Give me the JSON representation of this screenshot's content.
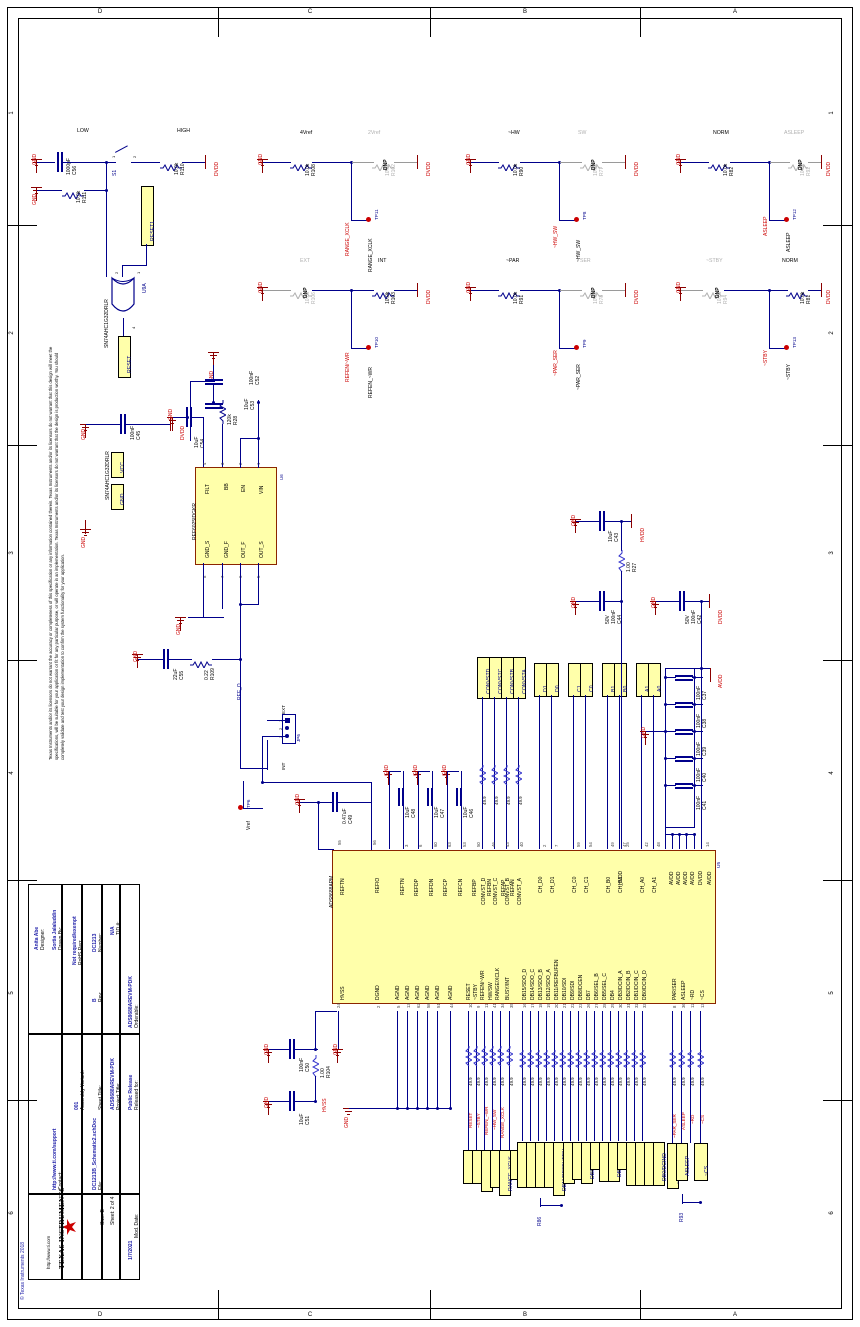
{
  "sheet": {
    "zones_horizontal": [
      "D",
      "C",
      "B",
      "A"
    ],
    "zones_vertical": [
      "1",
      "2",
      "3",
      "4",
      "5",
      "6"
    ],
    "disclaimer": "Texas Instruments and/or its licensors do not warrant the accuracy or completeness of this specification or any information contained therein. Texas Instruments and/or its licensors do not warrant that this design will meet the specifications, will be suitable for your application or fit for any particular purpose, or will operate in an implementation. Texas Instruments and/or its licensors do not warrant that the design is production worthy. You should completely validate and test your design implementation to confirm the system functionality for your application.",
    "copyright": "© Texas Instruments 2018"
  },
  "title_block": {
    "orderable_label": "Orderable:",
    "orderable_value": "ADS8688AREVM-PDK",
    "tid_label": "TID #:",
    "tid_value": "N/A",
    "number_label": "Number:",
    "number_value": "DC1213",
    "rev_label": "Rev:",
    "rev_value": "B",
    "revb_label": "RoHS Req:",
    "revb_value": "Not required/exempt",
    "drawn_label": "Drawn By:",
    "drawn_value": "Sortia  Jalaluddin",
    "designer_label": "Designer:",
    "designer_value": "Anita Abe",
    "released_label": "Released for:",
    "released_value": "Public Release",
    "project_label": "Project Title:",
    "project_value": "ADS8688AREVM-PDK",
    "sheet_title_label": "Sheet Title:",
    "assembly_label": "Assembly Variant:",
    "assembly_value": "001",
    "file_label": "File:",
    "file_value": "DC1213B_Schematic2.schDoc",
    "contact_label": "Contact:",
    "contact_value": "http://www.ti.com/support",
    "moddate_label": "Mod. Date:",
    "moddate_value": "1/7/2021",
    "sheet_num_label": "Sheet: 2  of  4",
    "size_label": "Size: B",
    "ti_name": "TEXAS INSTRUMENTS",
    "ti_url": "http://www.ti.com"
  },
  "main_ic": {
    "designator": "U5",
    "part": "ADS8688APM",
    "left_pins": [
      {
        "num": "55",
        "name": "REFTN"
      },
      {
        "num": "56",
        "name": "REFIO"
      },
      {
        "num": "3",
        "name": "REFTN"
      },
      {
        "num": "6",
        "name": "REFDP"
      },
      {
        "num": "60",
        "name": "REFDN"
      },
      {
        "num": "63",
        "name": "REFCP"
      },
      {
        "num": "53",
        "name": "REFCN"
      },
      {
        "num": "50",
        "name": "REFBP"
      },
      {
        "num": "46",
        "name": "REFBN"
      },
      {
        "num": "43",
        "name": "REFAP"
      },
      {
        "num": "40",
        "name": "REFAN"
      },
      {
        "num": "39",
        "name": "CONVST_D"
      },
      {
        "num": "38",
        "name": "CONVST_C"
      },
      {
        "num": "37",
        "name": "CONVST_B"
      },
      {
        "num": "2",
        "name": "CONVST_A"
      }
    ],
    "top_pins": [
      {
        "num": "2",
        "name": "CH_D0"
      },
      {
        "num": "7",
        "name": "CH_D1"
      },
      {
        "num": "59",
        "name": "CH_C0"
      },
      {
        "num": "54",
        "name": "CH_C1"
      },
      {
        "num": "49",
        "name": "CH_B0"
      },
      {
        "num": "47",
        "name": "CH_B1"
      },
      {
        "num": "42",
        "name": "CH_A0"
      },
      {
        "num": "48",
        "name": "CH_A1"
      },
      {
        "num": "25",
        "name": "HVDD"
      },
      {
        "num": "14",
        "name": "DVDD"
      },
      {
        "num": "61",
        "name": "AVDD"
      },
      {
        "num": "52",
        "name": "AVDD"
      },
      {
        "num": "45",
        "name": "AVDD"
      },
      {
        "num": "4",
        "name": "AVDD"
      },
      {
        "num": "57",
        "name": "AVDD"
      }
    ],
    "bottom_left_pins": [
      {
        "num": "24",
        "name": "HVSS"
      },
      {
        "num": "2",
        "name": "DGND"
      },
      {
        "num": "5",
        "name": "AGND"
      },
      {
        "num": "13",
        "name": "AGND"
      },
      {
        "num": "62",
        "name": "AGND"
      },
      {
        "num": "58",
        "name": "AGND"
      },
      {
        "num": "51",
        "name": "AGND"
      },
      {
        "num": "44",
        "name": "AGND"
      }
    ],
    "bottom_ctrl_pins": [
      {
        "num": "10",
        "name": "RESET"
      },
      {
        "num": "9",
        "name": "~STBY"
      },
      {
        "num": "11",
        "name": "REFEN/~WR"
      },
      {
        "num": "41",
        "name": "HW/SW"
      },
      {
        "num": "34",
        "name": "RANGE/XCLK"
      },
      {
        "num": "35",
        "name": "BUSY/INT"
      }
    ],
    "bottom_data_pins": [
      {
        "num": "16",
        "name": "DB15/SDO_D"
      },
      {
        "num": "17",
        "name": "DB14/SDO_C"
      },
      {
        "num": "18",
        "name": "DB13/SDO_B"
      },
      {
        "num": "19",
        "name": "DB12/SDO_A"
      },
      {
        "num": "20",
        "name": "DB11/REFBUFEN"
      },
      {
        "num": "21",
        "name": "DB10/SDI"
      },
      {
        "num": "22",
        "name": "DB9/SDI"
      },
      {
        "num": "23",
        "name": "DB8/DCEN"
      },
      {
        "num": "26",
        "name": "DB7"
      },
      {
        "num": "27",
        "name": "DB6/SEL_B"
      },
      {
        "num": "28",
        "name": "DB5/SEL_C"
      },
      {
        "num": "29",
        "name": "DB4"
      },
      {
        "num": "30",
        "name": "DB3/DCIN_A"
      },
      {
        "num": "31",
        "name": "DB2/DCIN_B"
      },
      {
        "num": "32",
        "name": "DB1/DCIN_C"
      },
      {
        "num": "33",
        "name": "DB0/DCIN_D"
      }
    ],
    "bottom_right_pins": [
      {
        "num": "8",
        "name": "PAR/SER"
      },
      {
        "num": "36",
        "name": "ASLEEP"
      },
      {
        "num": "12",
        "name": "~RD"
      },
      {
        "num": "13",
        "name": "~CS"
      }
    ]
  },
  "reg_ic": {
    "designator": "U6",
    "part": "REF6025IDGKR",
    "left_pins": [
      {
        "num": "4",
        "name": "FILT"
      },
      {
        "num": "3",
        "name": "BB"
      },
      {
        "num": "2",
        "name": "EN"
      },
      {
        "num": "1",
        "name": "VIN"
      }
    ],
    "bottom_pins": [
      {
        "num": "8",
        "name": "GND_S"
      },
      {
        "num": "7",
        "name": "GND_F"
      },
      {
        "num": "6",
        "name": "OUT_F"
      },
      {
        "num": "5",
        "name": "OUT_S"
      }
    ]
  },
  "logic_ics": [
    {
      "designator": "U9A",
      "part": "SN74AHC1G32DRLR"
    },
    {
      "designator": "U9",
      "part": "SN74AHC1G32DRLR",
      "pins": [
        "VCC",
        "GND"
      ]
    }
  ],
  "jumper": {
    "designator": "JP6",
    "top_label": "EXT",
    "bottom_label": "INT",
    "pins": [
      "1",
      "2",
      "3"
    ]
  },
  "switch": {
    "designator": "S1",
    "pin_a": "1",
    "pin_b": "2"
  },
  "option_blocks": [
    {
      "id": "reset",
      "left_label": "LOW",
      "right_label": "HIGH",
      "left_ref": "C56",
      "left_val": "1000pF",
      "left2_ref": "R111",
      "left2_val": "10.0k",
      "right_ref": "R110",
      "right_val": "10.0k",
      "net": "RESET1",
      "supply": "DVDD",
      "gnd": "GND"
    },
    {
      "id": "range_xclk",
      "left_label": "4Vref",
      "right_label": "2Vref",
      "left_ref": "R108",
      "left_val": "10.0k",
      "right_ref": "R102",
      "right_val": "10.0k",
      "right_dnp": "DNP",
      "net": "RANGE_XCLK",
      "tp": "TP11",
      "tp_name": "RANGE_XCLK",
      "supply": "DVDD",
      "gnd": "GND"
    },
    {
      "id": "refen_wr",
      "left_label": "EXT",
      "right_label": "INT",
      "left_ref": "R106",
      "left_val": "10.0k",
      "left_dnp": "DNP",
      "right_ref": "R103",
      "right_val": "10.0k",
      "net": "REFEN/~WR",
      "tp": "TP10",
      "tp_name": "REFEN_~WR",
      "supply": "DVDD",
      "gnd": "GND"
    },
    {
      "id": "hw_sw",
      "left_label": "~HW",
      "right_label": "SW",
      "left_ref": "R90",
      "left_val": "10.0k",
      "right_ref": "R77",
      "right_val": "10.0k",
      "right_dnp": "DNP",
      "net": "~HW_SW",
      "tp": "TP8",
      "tp_name": "~HW_SW",
      "supply": "DVDD",
      "gnd": "GND"
    },
    {
      "id": "par_ser",
      "left_label": "~PAR",
      "right_label": "SER",
      "left_ref": "R91",
      "left_val": "10.0k",
      "right_ref": "R78",
      "right_val": "10.0k",
      "right_dnp": "DNP",
      "net": "~PAR_SER",
      "tp": "TP9",
      "tp_name": "~PAR_SER",
      "supply": "DVDD",
      "gnd": "GND"
    },
    {
      "id": "asleep",
      "left_label": "NORM",
      "right_label": "ASLEEP",
      "left_ref": "R82",
      "left_val": "10.0k",
      "right_ref": "R92",
      "right_val": "10.0k",
      "right_dnp": "DNP",
      "net": "ASLEEP",
      "tp": "TP12",
      "tp_name": "ASLEEP",
      "supply": "DVDD",
      "gnd": "GND"
    },
    {
      "id": "stby",
      "left_label": "~STBY",
      "right_label": "NORM",
      "left_ref": "R94",
      "left_val": "10.0k",
      "left_dnp": "DNP",
      "right_ref": "R81",
      "right_val": "10.0k",
      "net": "~STBY",
      "tp": "TP13",
      "tp_name": "~STBY",
      "supply": "DVDD",
      "gnd": "GND"
    }
  ],
  "caps": [
    {
      "ref": "C56",
      "val": "1000pF"
    },
    {
      "ref": "C45",
      "val": "100nF"
    },
    {
      "ref": "C52",
      "val": "100nF"
    },
    {
      "ref": "C53",
      "val": "10uF"
    },
    {
      "ref": "C54",
      "val": "10uF"
    },
    {
      "ref": "C55",
      "val": "22uF"
    },
    {
      "ref": "C49",
      "val": "0.47uF"
    },
    {
      "ref": "C48",
      "val": "10uF"
    },
    {
      "ref": "C47",
      "val": "10uF"
    },
    {
      "ref": "C46",
      "val": "10uF"
    },
    {
      "ref": "C45b",
      "val": "10uF"
    },
    {
      "ref": "C43",
      "val": "10uF"
    },
    {
      "ref": "C44",
      "val": "100nF",
      "volt": "50V"
    },
    {
      "ref": "C42",
      "val": "100nF",
      "volt": "50V"
    },
    {
      "ref": "C37",
      "val": "100nF"
    },
    {
      "ref": "C38",
      "val": "100nF"
    },
    {
      "ref": "C39",
      "val": "100nF"
    },
    {
      "ref": "C40",
      "val": "100nF"
    },
    {
      "ref": "C41",
      "val": "100nF"
    },
    {
      "ref": "C50",
      "val": "100nF"
    },
    {
      "ref": "C51",
      "val": "10uF"
    }
  ],
  "resistors": [
    {
      "ref": "R108",
      "val": "10.0k"
    },
    {
      "ref": "R28",
      "val": "120k"
    },
    {
      "ref": "R109",
      "val": "0.22"
    },
    {
      "ref": "R27",
      "val": "1.00"
    },
    {
      "ref": "R104",
      "val": "1.00"
    },
    {
      "ref": "R86",
      "val": "0"
    }
  ],
  "series_resistors_value": "49.9",
  "net_flags_data": [
    "DB15/SDOD",
    "DB14/SDOC",
    "DB13/SDOB",
    "DB12/SDOA",
    "DB11/REFBUFEN",
    "DB10/SDI",
    "DB9/SDI",
    "DB8/DCEN",
    "DB7",
    "DB6/SELB",
    "DB5/SELC",
    "DB4",
    "DB3/DCINA",
    "DB2/DCINB",
    "DB1/DCINC",
    "DB0/DCIND"
  ],
  "net_flags_ctrl": [
    "RESET",
    "~STBY",
    "REFEN_~WR",
    "~HW_SW",
    "RANGE_XCLK",
    "BUSY"
  ],
  "net_flags_right": [
    "~PAR_SER",
    "ASLEEP",
    "~CS",
    "~RD"
  ],
  "net_flags_channels": [
    "CONVSTD",
    "CONVSTC",
    "CONVSTB",
    "CONVSTA",
    "D1",
    "D0",
    "C1",
    "C0",
    "B1",
    "B0",
    "A1",
    "A0"
  ],
  "power_nets": [
    "GND",
    "DVDD",
    "AVDD",
    "HVDD",
    "HVSS",
    "DVDD"
  ],
  "testpoints": [
    {
      "ref": "TP11",
      "name": "RANGE_XCLK"
    },
    {
      "ref": "TP10",
      "name": "REFEN_~WR"
    },
    {
      "ref": "TP8",
      "name": "~HW_SW"
    },
    {
      "ref": "TP9",
      "name": "~PAR_SER"
    },
    {
      "ref": "TP12",
      "name": "ASLEEP"
    },
    {
      "ref": "TP13",
      "name": "~STBY"
    },
    {
      "ref": "TP6",
      "name": "Vref"
    }
  ],
  "misc_labels": {
    "dnp": "DNP",
    "vref_net": "REF_O",
    "refio_net": "REF_O"
  }
}
